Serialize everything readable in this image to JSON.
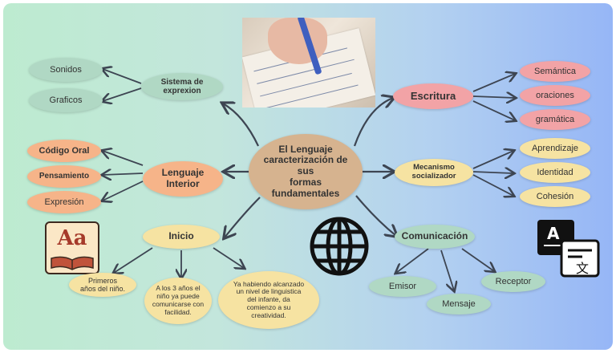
{
  "center": {
    "line1": "El Lenguaje",
    "line2": "caracterización de",
    "line3": "sus",
    "line4": "formas",
    "line5": "fundamentales"
  },
  "left": {
    "sistema": {
      "line1": "Sistema de",
      "line2": "exprexion",
      "children": [
        "Sonidos",
        "Graficos"
      ]
    },
    "interior": {
      "line1": "Lenguaje",
      "line2": "Interior",
      "children": [
        "Código Oral",
        "Pensamiento",
        "Expresión"
      ]
    },
    "inicio": {
      "label": "Inicio",
      "children": [
        {
          "lines": [
            "Primeros",
            "años del niño."
          ]
        },
        {
          "lines": [
            "A los 3 años el",
            "niño ya puede",
            "comunicarse con",
            "facilidad."
          ]
        },
        {
          "lines": [
            "Ya habiendo alcanzado",
            "un nivel de linguistica",
            "del infante, da",
            "comienzo a su",
            "creatividad."
          ]
        }
      ]
    }
  },
  "right": {
    "escritura": {
      "label": "Escritura",
      "children": [
        "Semántica",
        "oraciones",
        "gramática"
      ]
    },
    "mecanismo": {
      "line1": "Mecanismo",
      "line2": "socializador",
      "children": [
        "Aprendizaje",
        "Identidad",
        "Cohesión"
      ]
    },
    "comunicacion": {
      "label": "Comunicación",
      "children": [
        "Emisor",
        "Mensaje",
        "Receptor"
      ]
    }
  },
  "icons": {
    "dictionary": "Aa"
  },
  "colors": {
    "green": "#b0d8c4",
    "red": "#f2a3a6",
    "orange": "#f6b489",
    "yellow": "#f6e3a2",
    "brown": "#d6b38f",
    "arrow": "#3d4552"
  }
}
